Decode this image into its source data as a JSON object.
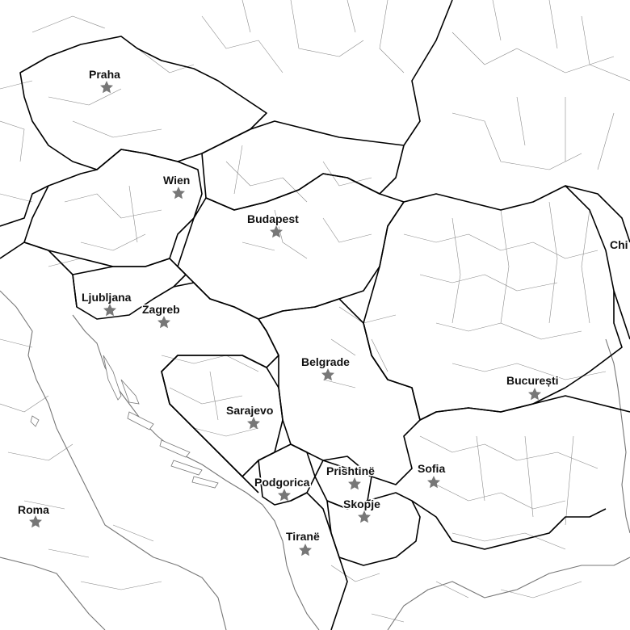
{
  "map": {
    "colors": {
      "background": "#ffffff",
      "national_border": "#000000",
      "regional_border": "#8a8a8a",
      "coastline": "#777777",
      "capital_marker": "#777777",
      "label": "#111111"
    },
    "capitals": [
      {
        "id": "praha",
        "name": "Praha"
      },
      {
        "id": "wien",
        "name": "Wien"
      },
      {
        "id": "budapest",
        "name": "Budapest"
      },
      {
        "id": "ljubljana",
        "name": "Ljubljana"
      },
      {
        "id": "zagreb",
        "name": "Zagreb"
      },
      {
        "id": "belgrade",
        "name": "Belgrade"
      },
      {
        "id": "bucuresti",
        "name": "București"
      },
      {
        "id": "sarajevo",
        "name": "Sarajevo"
      },
      {
        "id": "sofia",
        "name": "Sofia"
      },
      {
        "id": "prishtine",
        "name": "Prishtinë"
      },
      {
        "id": "podgorica",
        "name": "Podgorica"
      },
      {
        "id": "skopje",
        "name": "Skopje"
      },
      {
        "id": "tirane",
        "name": "Tiranë"
      },
      {
        "id": "roma",
        "name": "Roma"
      }
    ],
    "edge_label": "Chi"
  }
}
